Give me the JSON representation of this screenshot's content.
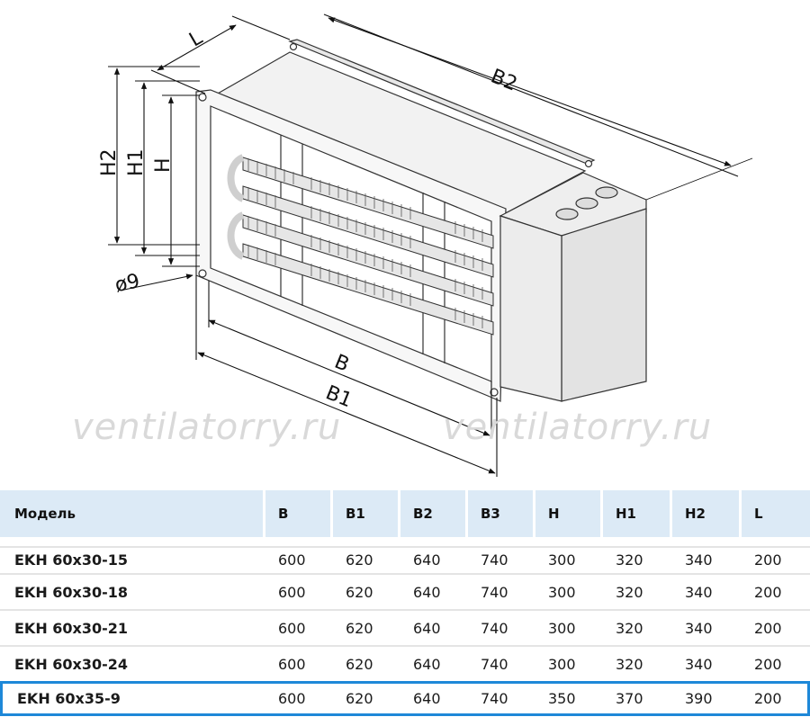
{
  "drawing": {
    "labels": {
      "L": "L",
      "B2": "B2",
      "B": "B",
      "B1": "B1",
      "H2": "H2",
      "H1": "H1",
      "H": "H",
      "hole": "ø9"
    },
    "watermark": "ventilatorry.ru"
  },
  "table": {
    "headers": [
      "Модель",
      "B",
      "B1",
      "B2",
      "B3",
      "H",
      "H1",
      "H2",
      "L"
    ],
    "rows": [
      [
        "EKH 60x30-15",
        "600",
        "620",
        "640",
        "740",
        "300",
        "320",
        "340",
        "200"
      ],
      [
        "EKH 60x30-18",
        "600",
        "620",
        "640",
        "740",
        "300",
        "320",
        "340",
        "200"
      ],
      [
        "EKH 60x30-21",
        "600",
        "620",
        "640",
        "740",
        "300",
        "320",
        "340",
        "200"
      ],
      [
        "EKH 60x30-24",
        "600",
        "620",
        "640",
        "740",
        "300",
        "320",
        "340",
        "200"
      ],
      [
        "EKH 60x35-9",
        "600",
        "620",
        "640",
        "740",
        "350",
        "370",
        "390",
        "200"
      ]
    ],
    "highlight_row": 4,
    "highlight_color": "#1e88d8",
    "header_bg": "#dceaf6"
  }
}
